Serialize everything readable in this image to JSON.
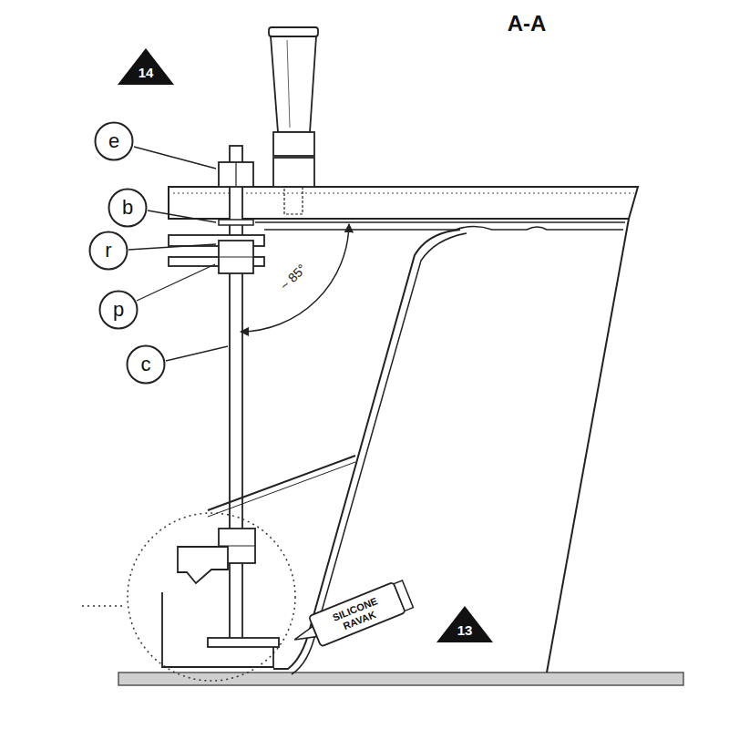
{
  "diagram": {
    "nodes": [
      {
        "text": [
          "14"
        ]
      },
      {
        "text": [
          "e"
        ]
      },
      {
        "text": [
          "b"
        ]
      },
      {
        "text": [
          "r"
        ]
      },
      {
        "text": [
          "p"
        ]
      },
      {
        "text": [
          "c"
        ]
      },
      {
        "text": [
          "13"
        ]
      }
    ],
    "labels": [
      "A-A",
      "~ 85°",
      "SILICONE RAVAK"
    ]
  }
}
